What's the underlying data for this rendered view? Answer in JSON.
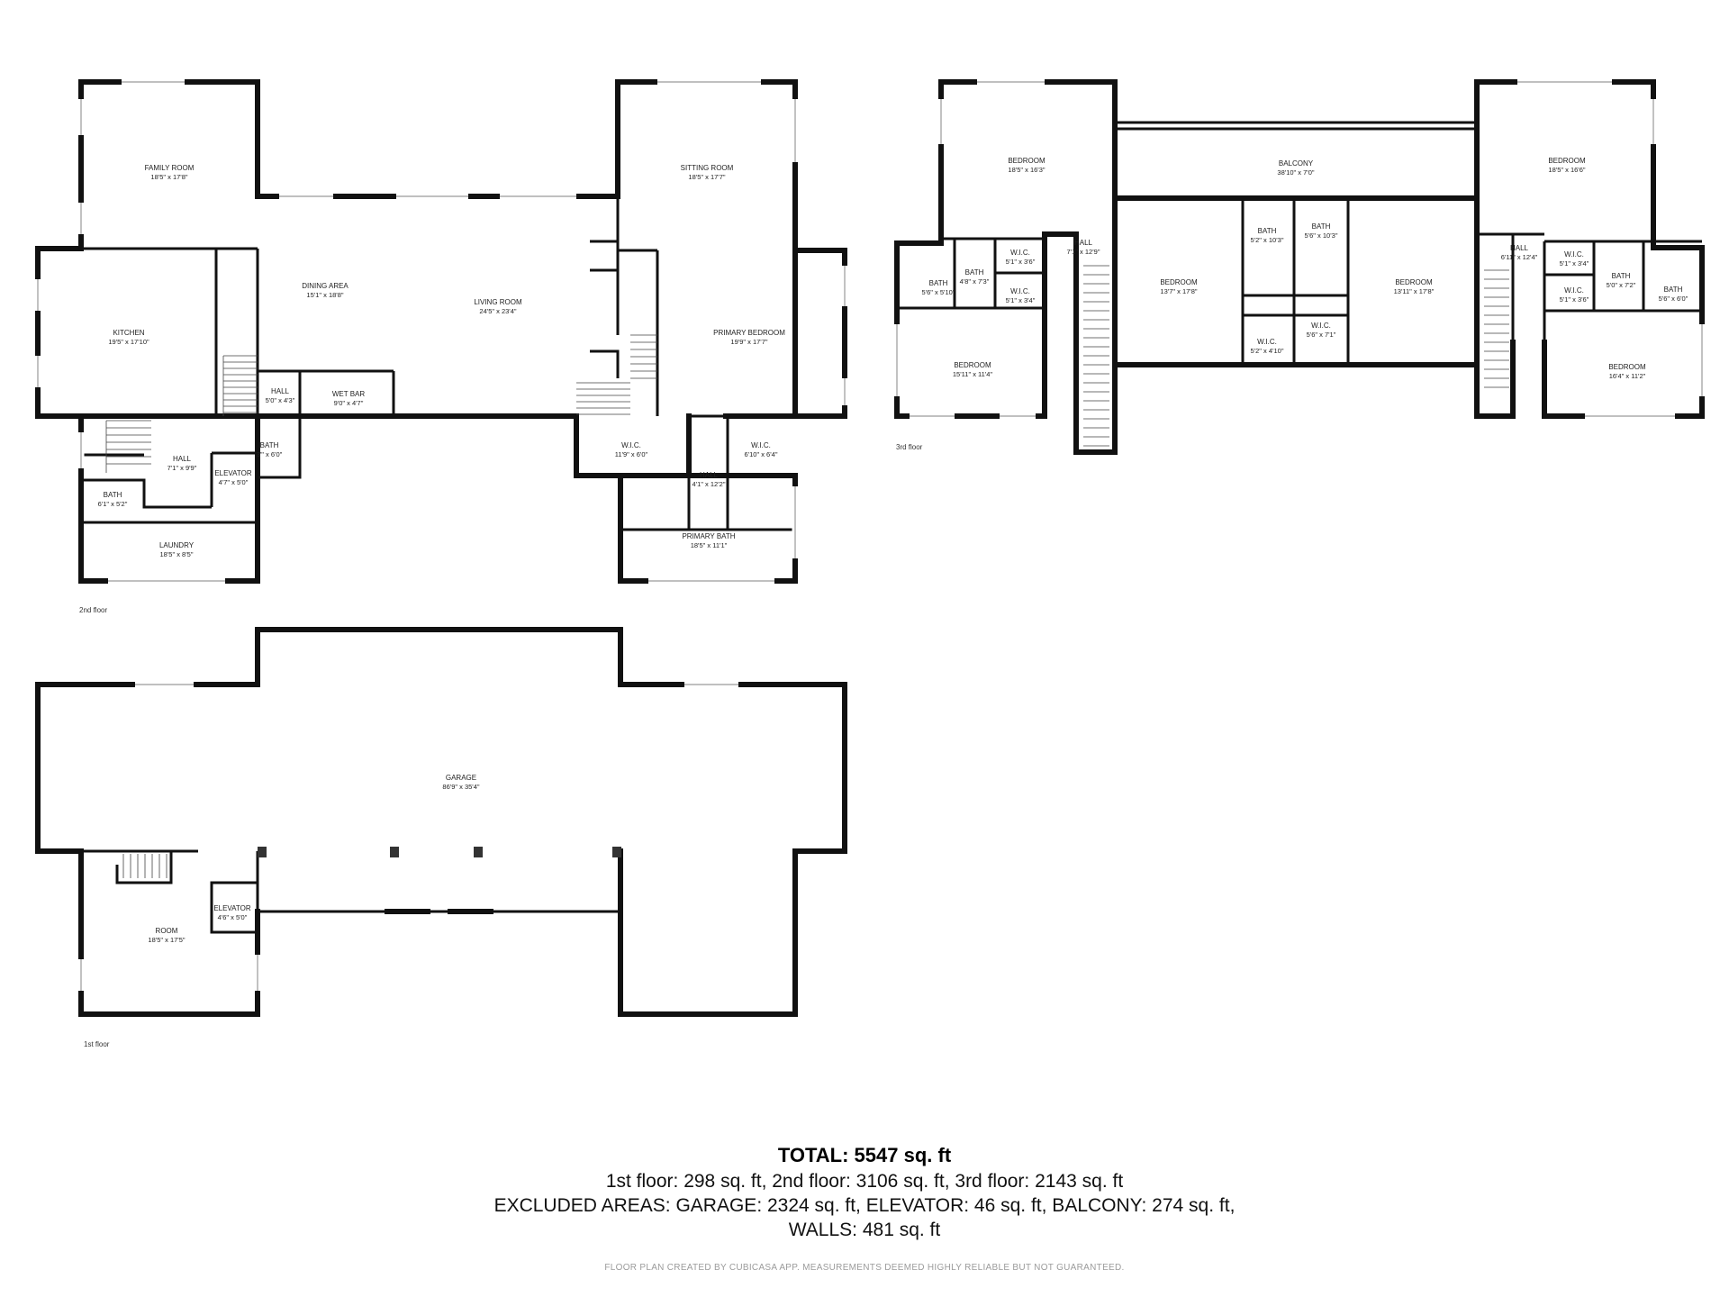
{
  "floors": {
    "second": {
      "label": "2nd floor",
      "rooms": {
        "family_room": {
          "name": "FAMILY ROOM",
          "dim": "18'5\" x 17'8\""
        },
        "sitting_room": {
          "name": "SITTING ROOM",
          "dim": "18'5\" x 17'7\""
        },
        "kitchen": {
          "name": "KITCHEN",
          "dim": "19'5\" x 17'10\""
        },
        "dining_area": {
          "name": "DINING AREA",
          "dim": "15'1\" x 18'8\""
        },
        "living_room": {
          "name": "LIVING ROOM",
          "dim": "24'5\" x 23'4\""
        },
        "primary_bedroom": {
          "name": "PRIMARY BEDROOM",
          "dim": "19'9\" x 17'7\""
        },
        "hall_small": {
          "name": "HALL",
          "dim": "5'0\" x 4'3\""
        },
        "wet_bar": {
          "name": "WET BAR",
          "dim": "9'0\" x 4'7\""
        },
        "bath_small": {
          "name": "BATH",
          "dim": "3'\" x 6'0\""
        },
        "hall_main": {
          "name": "HALL",
          "dim": "7'1\" x 9'9\""
        },
        "elevator": {
          "name": "ELEVATOR",
          "dim": "4'7\" x 5'0\""
        },
        "bath_left": {
          "name": "BATH",
          "dim": "6'1\" x 5'2\""
        },
        "laundry": {
          "name": "LAUNDRY",
          "dim": "18'5\" x 8'5\""
        },
        "wic_left": {
          "name": "W.I.C.",
          "dim": "11'9\" x 6'0\""
        },
        "wic_right": {
          "name": "W.I.C.",
          "dim": "6'10\" x 6'4\""
        },
        "hall_primary": {
          "name": "HALL",
          "dim": "4'1\" x 12'2\""
        },
        "primary_bath": {
          "name": "PRIMARY BATH",
          "dim": "18'5\" x 11'1\""
        }
      }
    },
    "third": {
      "label": "3rd floor",
      "rooms": {
        "bedroom_nw": {
          "name": "BEDROOM",
          "dim": "18'5\" x 16'3\""
        },
        "balcony": {
          "name": "BALCONY",
          "dim": "38'10\" x 7'0\""
        },
        "bedroom_ne": {
          "name": "BEDROOM",
          "dim": "18'5\" x 16'6\""
        },
        "hall_w": {
          "name": "HALL",
          "dim": "7'1\" x 12'9\""
        },
        "wic_a": {
          "name": "W.I.C.",
          "dim": "5'1\" x 3'6\""
        },
        "bath_a": {
          "name": "BATH",
          "dim": "4'8\" x 7'3\""
        },
        "bath_b": {
          "name": "BATH",
          "dim": "5'6\" x 5'10\""
        },
        "wic_b": {
          "name": "W.I.C.",
          "dim": "5'1\" x 3'4\""
        },
        "bedroom_sw": {
          "name": "BEDROOM",
          "dim": "15'11\" x 11'4\""
        },
        "bedroom_mid_l": {
          "name": "BEDROOM",
          "dim": "13'7\" x 17'8\""
        },
        "bath_c": {
          "name": "BATH",
          "dim": "5'2\" x 10'3\""
        },
        "bath_d": {
          "name": "BATH",
          "dim": "5'6\" x 10'3\""
        },
        "wic_c": {
          "name": "W.I.C.",
          "dim": "5'2\" x 4'10\""
        },
        "wic_d": {
          "name": "W.I.C.",
          "dim": "5'6\" x 7'1\""
        },
        "bedroom_mid_r": {
          "name": "BEDROOM",
          "dim": "13'11\" x 17'8\""
        },
        "hall_e": {
          "name": "HALL",
          "dim": "6'11\" x 12'4\""
        },
        "wic_e": {
          "name": "W.I.C.",
          "dim": "5'1\" x 3'4\""
        },
        "wic_f": {
          "name": "W.I.C.",
          "dim": "5'1\" x 3'6\""
        },
        "bath_e": {
          "name": "BATH",
          "dim": "5'0\" x 7'2\""
        },
        "bath_f": {
          "name": "BATH",
          "dim": "5'6\" x 6'0\""
        },
        "bedroom_se": {
          "name": "BEDROOM",
          "dim": "16'4\" x 11'2\""
        }
      }
    },
    "first": {
      "label": "1st floor",
      "rooms": {
        "garage": {
          "name": "GARAGE",
          "dim": "86'9\" x 35'4\""
        },
        "room": {
          "name": "ROOM",
          "dim": "18'5\" x 17'5\""
        },
        "elevator": {
          "name": "ELEVATOR",
          "dim": "4'6\" x 5'0\""
        }
      }
    }
  },
  "summary": {
    "total": "TOTAL: 5547 sq. ft",
    "line1": "1st floor: 298 sq. ft, 2nd floor: 3106 sq. ft, 3rd floor: 2143 sq. ft",
    "line2": "EXCLUDED AREAS: GARAGE: 2324 sq. ft, ELEVATOR: 46 sq. ft, BALCONY: 274 sq. ft,",
    "line3": "WALLS: 481 sq. ft"
  },
  "disclaimer": "FLOOR PLAN CREATED BY CUBICASA APP. MEASUREMENTS DEEMED HIGHLY RELIABLE BUT NOT GUARANTEED."
}
